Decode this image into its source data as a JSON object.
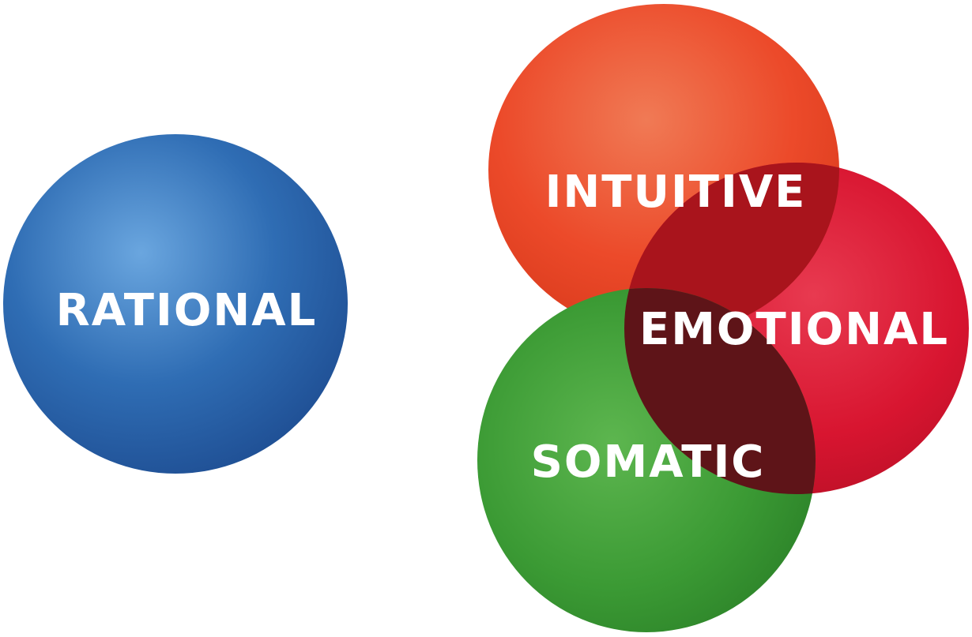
{
  "circles": {
    "rational": {
      "label": "RATIONAL",
      "color": "#2f6db4"
    },
    "intuitive": {
      "label": "INTUITIVE",
      "color": "#ec4a2a"
    },
    "emotional": {
      "label": "EMOTIONAL",
      "color": "#d81530"
    },
    "somatic": {
      "label": "SOMATIC",
      "color": "#3b9a34"
    }
  },
  "overlap_colors": {
    "intuitive_emotional": "#a9141c",
    "emotional_somatic": "#5e1418"
  }
}
